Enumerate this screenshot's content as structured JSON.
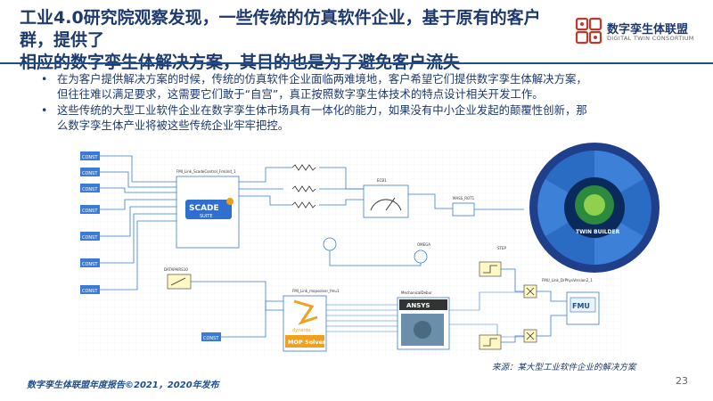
{
  "header": {
    "title_line1": "工业4.0研究院观察发现，一些传统的仿真软件企业，基于原有的客户群，提供了",
    "title_line2": "相应的数字孪生体解决方案，其目的也是为了避免客户流失",
    "logo_cn": "数字孪生体联盟",
    "logo_en": "DIGITAL TWIN CONSORTIUM"
  },
  "bullets": [
    {
      "line1": "在为客户提供解决方案的时候，传统的仿真软件企业面临两难境地，客户希望它们提供数字孪生体解决方案，",
      "line2": "但往往难以满足要求，这需要它们敢于“自宫”，真正按照数字孪生体技术的特点设计相关开发工作。"
    },
    {
      "line1": "这些传统的大型工业软件企业在数字孪生体市场具有一体化的能力，如果没有中小企业发起的颠覆性创新，那",
      "line2": "么数字孪生体产业将被这些传统企业牢牢把控。"
    }
  ],
  "diagram": {
    "const_label": "CONST",
    "scade_label": "SCADE",
    "scade_sub": "SUITE",
    "mop_label": "MOP Solver",
    "mop_brand": "dynardo",
    "ansys_label": "ANSYS",
    "fmu_label": "FMU",
    "ecb_label": "ECB1",
    "datapair_label": "DATAPAIRS10",
    "fmu_link_top": "FMI_Link_ScadeControl_FmUnit_1",
    "fmu_link_mid": "FMI_Link_mopsolver_fmu1",
    "fmu_link_right": "FMU_Link_DrPhysVersion2_1",
    "mech_label": "MechanicalDebur",
    "step_label": "STEP",
    "omega_label": "OMEGA",
    "mass_label": "MASS_ROT1",
    "wheel_label": "TWIN BUILDER"
  },
  "caption": "来源：某大型工业软件企业的解决方案",
  "footer": "数字孪生体联盟年度报告©2021，2020年发布",
  "page_number": "23",
  "colors": {
    "title": "#1d3a6e",
    "accent": "#1d4e8c",
    "const_block": "#3a7bd5",
    "scade_block": "#2f6fcf",
    "mop_block": "#f0a020"
  }
}
